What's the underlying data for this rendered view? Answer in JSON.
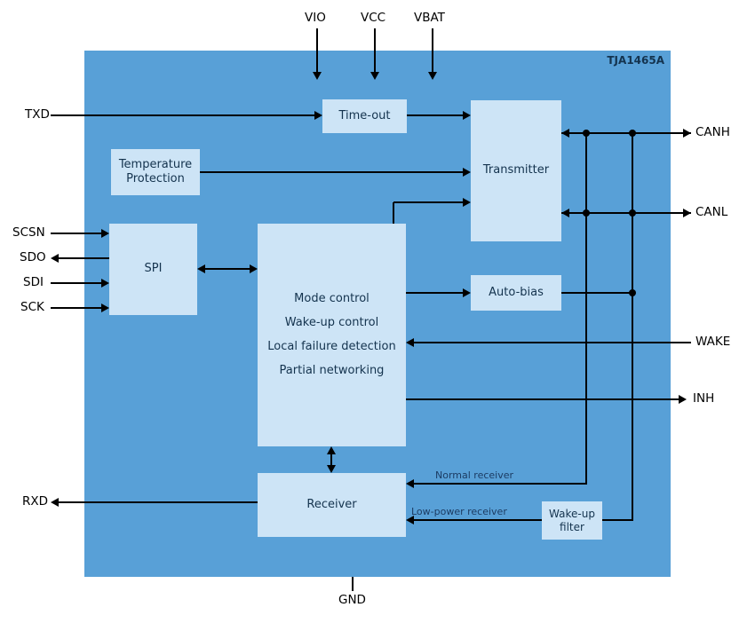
{
  "diagram": {
    "title": "TJA1465A",
    "pins": {
      "vio": "VIO",
      "vcc": "VCC",
      "vbat": "VBAT",
      "txd": "TXD",
      "scsn": "SCSN",
      "sdo": "SDO",
      "sdi": "SDI",
      "sck": "SCK",
      "rxd": "RXD",
      "canh": "CANH",
      "canl": "CANL",
      "wake": "WAKE",
      "inh": "INH",
      "gnd": "GND"
    },
    "blocks": {
      "timeout": "Time-out",
      "temperature_protection": "Temperature Protection",
      "transmitter": "Transmitter",
      "spi": "SPI",
      "mode_control": [
        "Mode control",
        "Wake-up control",
        "Local failure detection",
        "Partial networking"
      ],
      "auto_bias": "Auto-bias",
      "receiver": "Receiver",
      "wakeup_filter": "Wake-up filter"
    },
    "labels": {
      "normal_receiver": "Normal receiver",
      "low_power_receiver": "Low-power receiver"
    },
    "colors": {
      "chip": "#58a0d7",
      "block": "#cde4f6",
      "block-text": "#14334e",
      "line": "#000000"
    }
  }
}
